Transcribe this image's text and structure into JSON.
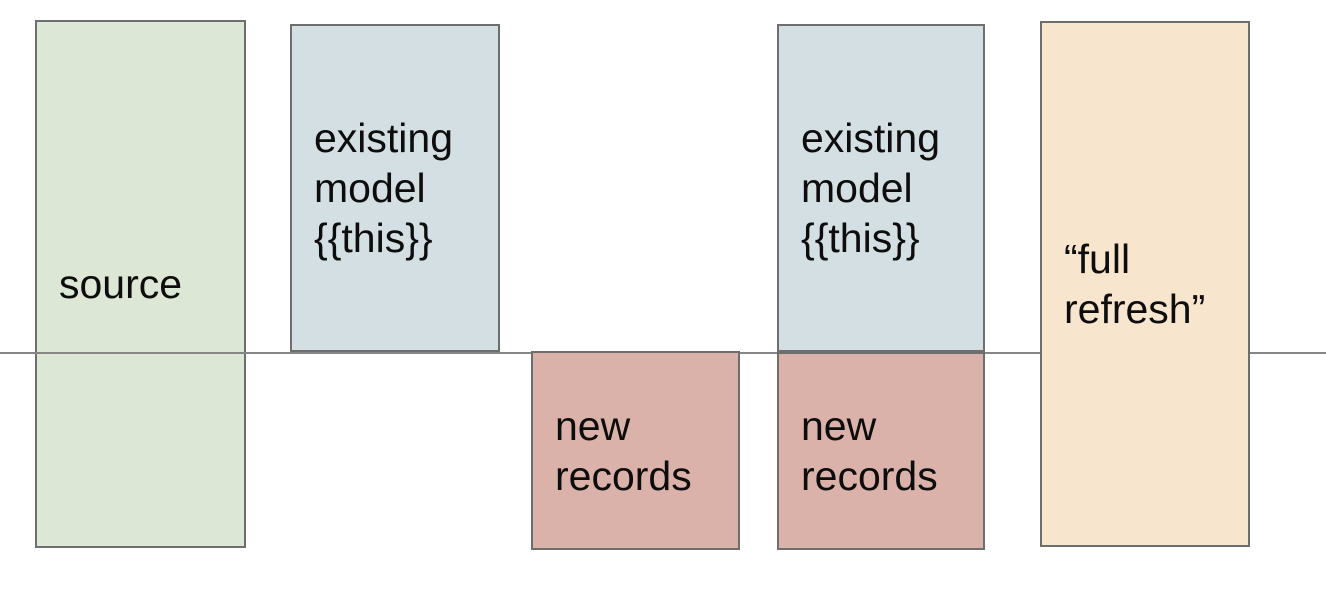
{
  "diagram": {
    "background_color": "#ffffff",
    "text_color": "#0d0d0d",
    "box_border_color": "#6e6e6e",
    "divider": {
      "color": "#868686",
      "orientation": "horizontal"
    },
    "boxes": [
      {
        "id": "source",
        "label": "source",
        "color": "#dce8d5",
        "crosses_divider": true
      },
      {
        "id": "existing-model-1",
        "label": "existing\nmodel\n{{this}}",
        "color": "#d3dfe2",
        "crosses_divider": false
      },
      {
        "id": "new-records-1",
        "label": "new\nrecords",
        "color": "#dbb2aa",
        "crosses_divider": false
      },
      {
        "id": "existing-model-2",
        "label": "existing\nmodel\n{{this}}",
        "color": "#d3dfe2",
        "crosses_divider": false
      },
      {
        "id": "new-records-2",
        "label": "new\nrecords",
        "color": "#dbb2aa",
        "crosses_divider": false
      },
      {
        "id": "full-refresh",
        "label": "“full\nrefresh”",
        "color": "#f8e5cd",
        "crosses_divider": true
      }
    ]
  }
}
